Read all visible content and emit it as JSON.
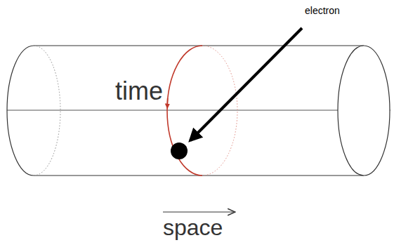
{
  "diagram": {
    "labels": [
      "electron",
      "time",
      "space"
    ]
  }
}
